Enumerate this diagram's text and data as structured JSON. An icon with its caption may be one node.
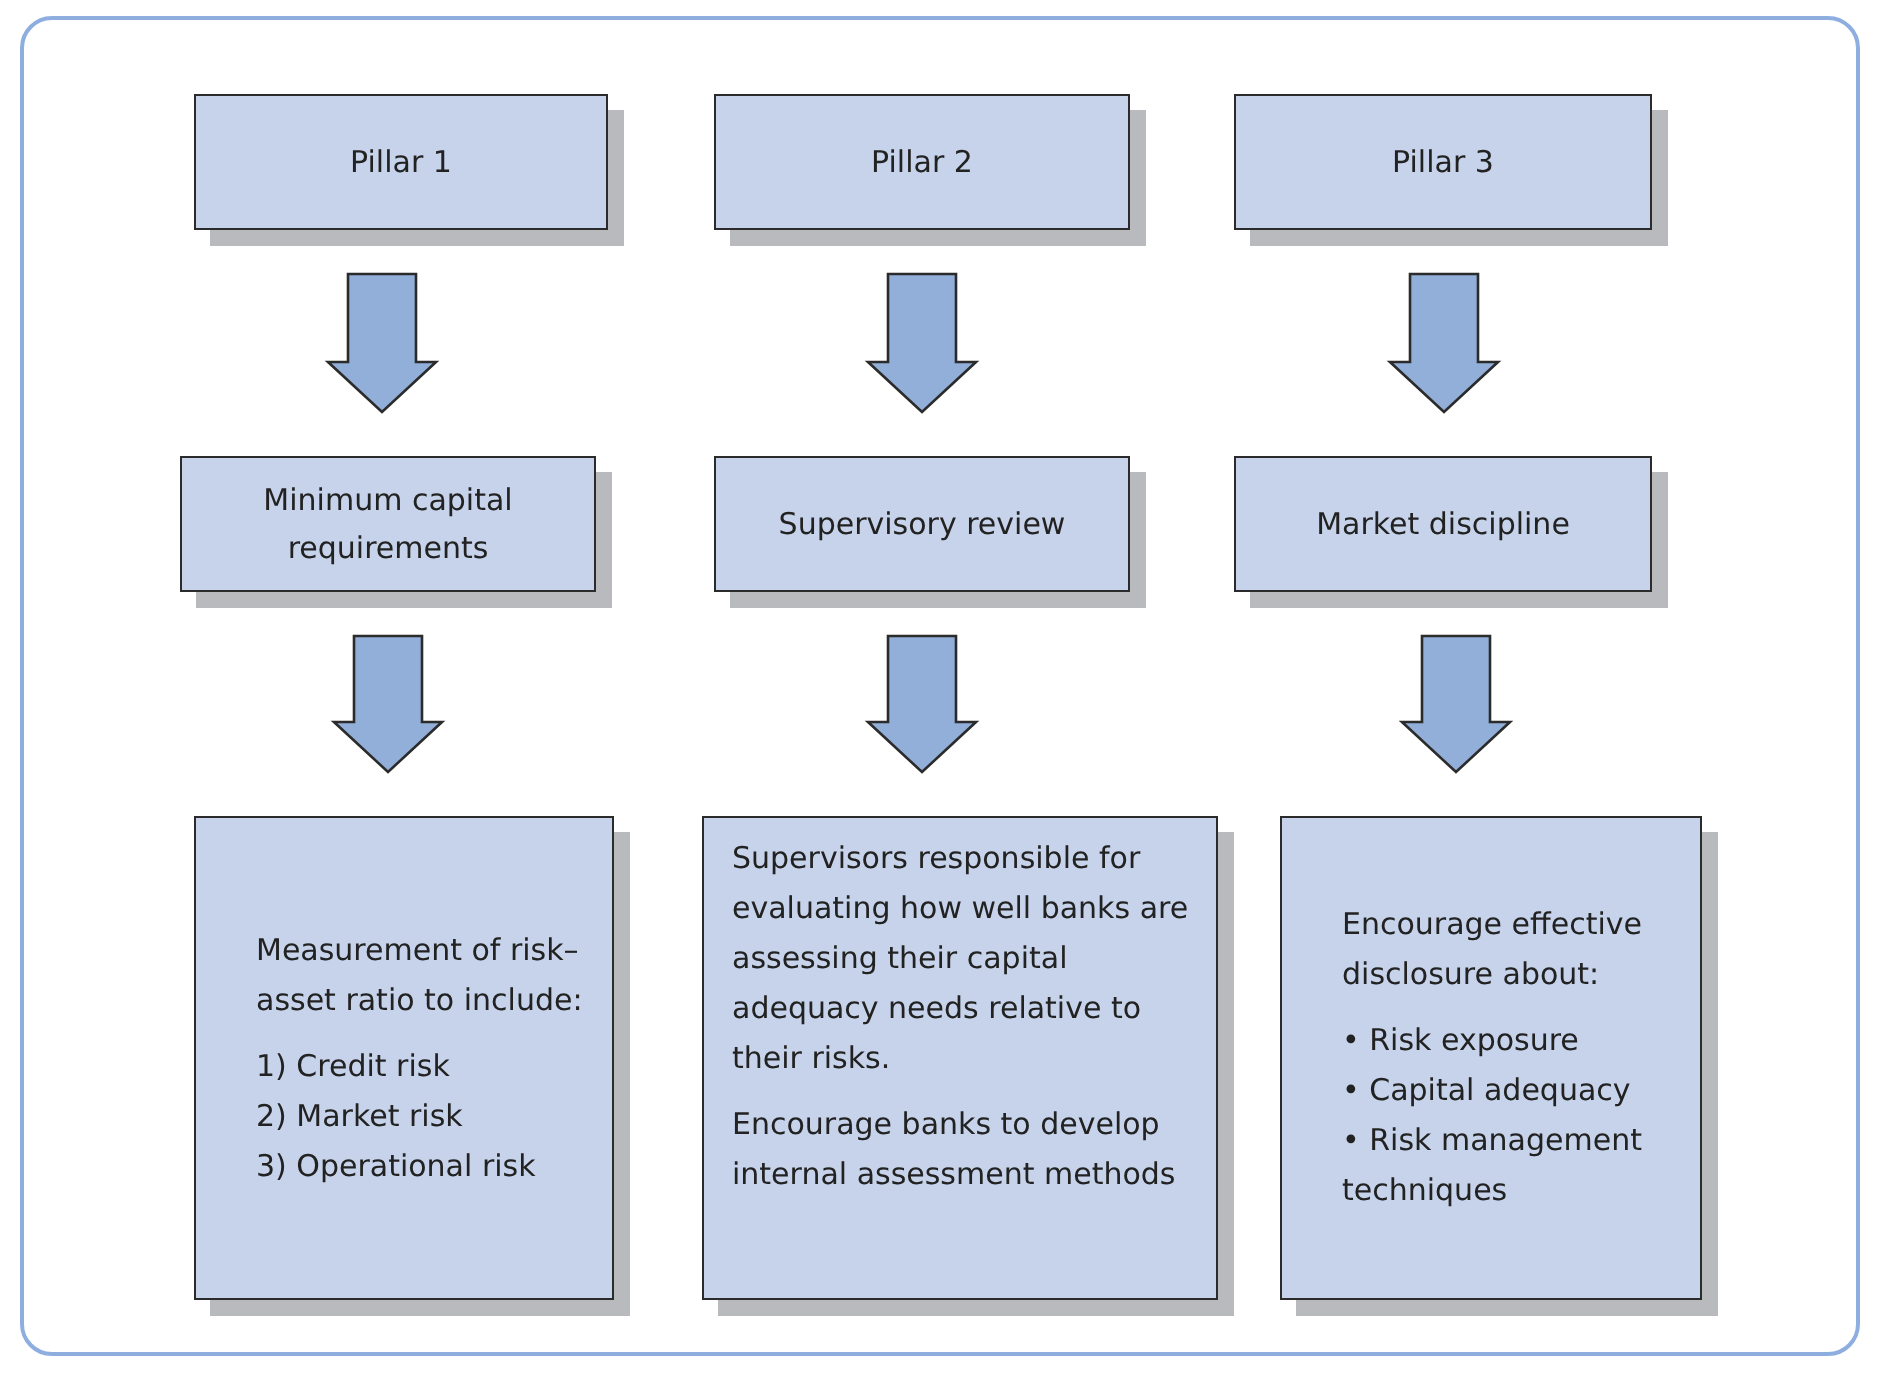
{
  "diagram": {
    "nodes": [
      {
        "text": [
          "Pillar 1"
        ]
      },
      {
        "text": [
          "Pillar 2"
        ]
      },
      {
        "text": [
          "Pillar 3"
        ]
      },
      {
        "text": [
          "Minimum capital requirements"
        ]
      },
      {
        "text": [
          "Supervisory review"
        ]
      },
      {
        "text": [
          "Market discipline"
        ]
      },
      {
        "text": [
          "Measurement of risk–asset ratio to include:",
          "1) Credit risk",
          "2) Market risk",
          "3) Operational risk"
        ]
      },
      {
        "text": [
          "Supervisors responsible for evaluating how well banks are assessing their capital adequacy needs relative to their risks.",
          "Encourage banks to develop internal assessment methods"
        ]
      },
      {
        "text": [
          "Encourage effective disclosure about:",
          "• Risk exposure",
          "• Capital adequacy",
          "• Risk management techniques"
        ]
      }
    ],
    "edges": [
      {
        "from": 0,
        "to": 3,
        "arrow": "to"
      },
      {
        "from": 1,
        "to": 4,
        "arrow": "to"
      },
      {
        "from": 2,
        "to": 5,
        "arrow": "to"
      },
      {
        "from": 3,
        "to": 6,
        "arrow": "to"
      },
      {
        "from": 4,
        "to": 7,
        "arrow": "to"
      },
      {
        "from": 5,
        "to": 8,
        "arrow": "to"
      }
    ]
  }
}
